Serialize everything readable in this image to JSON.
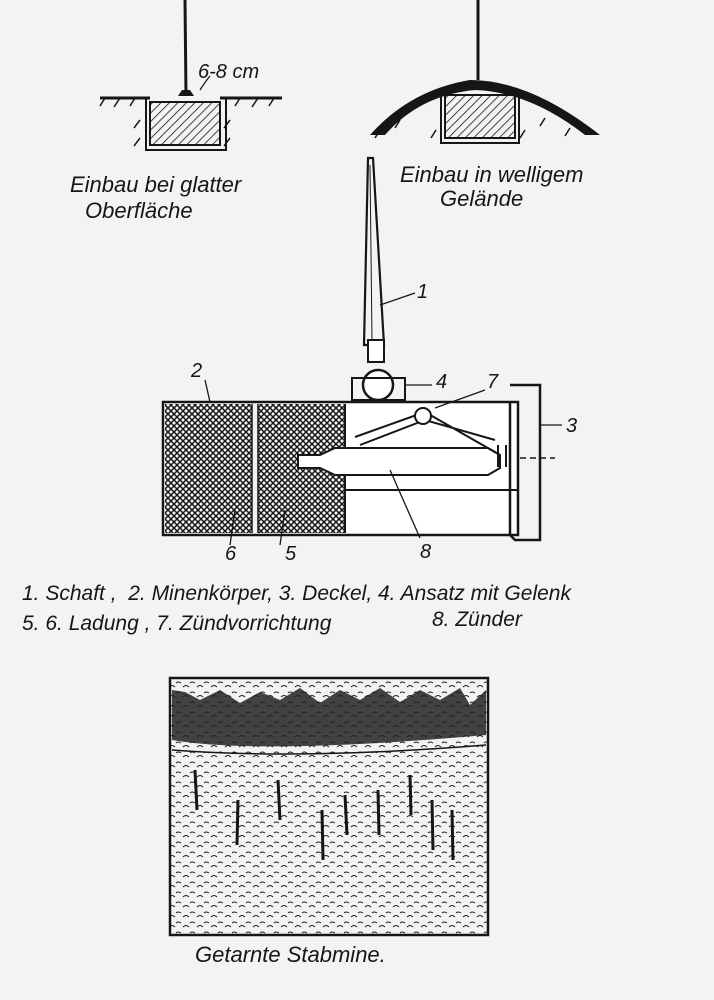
{
  "top_left": {
    "dimension": "6-8 cm",
    "caption_line1": "Einbau bei glatter",
    "caption_line2": "Oberfläche"
  },
  "top_right": {
    "caption_line1": "Einbau in welligem",
    "caption_line2": "Gelände"
  },
  "callouts": {
    "n1": "1",
    "n2": "2",
    "n3": "3",
    "n4": "4",
    "n5": "5",
    "n6": "6",
    "n7": "7",
    "n8": "8"
  },
  "legend": {
    "line1": "1. Schaft ,  2. Minenkörper, 3. Deckel, 4. Ansatz mit Gelenk",
    "line2a": "5. 6. Ladung , 7. Zündvorrichtung",
    "line2b": "8. Zünder"
  },
  "photo": {
    "caption": "Getarnte Stabmine."
  },
  "colors": {
    "ink": "#161616",
    "paper": "#f3f3f1"
  }
}
